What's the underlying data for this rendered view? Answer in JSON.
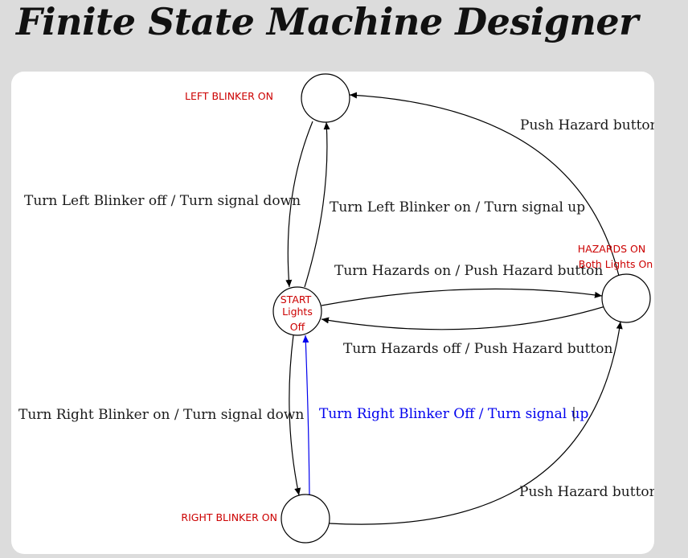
{
  "app": {
    "title": "Finite State Machine Designer"
  },
  "colors": {
    "page_background": "#dcdcdc",
    "canvas_background": "#ffffff",
    "state_label": "#cc0000",
    "edge": "#000000",
    "edge_text": "#1a1a1a",
    "selected": "#0000ee"
  },
  "states": [
    {
      "id": "left",
      "lines": [
        "LEFT BLINKER ON"
      ]
    },
    {
      "id": "start",
      "lines": [
        "START",
        "Lights",
        "Off"
      ]
    },
    {
      "id": "hazards",
      "lines": [
        "HAZARDS ON",
        "Both Lights On"
      ]
    },
    {
      "id": "right",
      "lines": [
        "RIGHT BLINKER ON"
      ]
    }
  ],
  "transitions": [
    {
      "from": "left",
      "to": "start",
      "label": "Turn Left Blinker off / Turn signal down",
      "selected": false
    },
    {
      "from": "start",
      "to": "left",
      "label": "Turn Left Blinker on / Turn signal up",
      "selected": false
    },
    {
      "from": "hazards",
      "to": "left",
      "label": "Push Hazard button",
      "selected": false
    },
    {
      "from": "start",
      "to": "hazards",
      "label": "Turn Hazards on / Push Hazard button",
      "selected": false
    },
    {
      "from": "hazards",
      "to": "start",
      "label": "Turn Hazards off / Push Hazard button",
      "selected": false
    },
    {
      "from": "start",
      "to": "right",
      "label": "Turn Right Blinker on / Turn signal down",
      "selected": false
    },
    {
      "from": "right",
      "to": "start",
      "label": "Turn Right Blinker Off / Turn signal up",
      "selected": true
    },
    {
      "from": "right",
      "to": "hazards",
      "label": "Push Hazard button",
      "selected": false
    }
  ]
}
